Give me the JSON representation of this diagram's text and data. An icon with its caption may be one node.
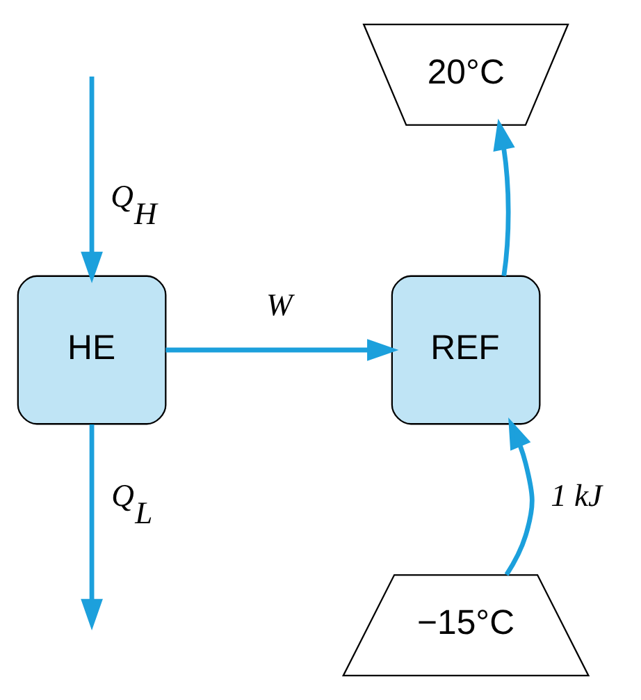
{
  "diagram": {
    "nodes": [
      {
        "text": [
          "HE"
        ]
      },
      {
        "text": [
          "REF"
        ]
      },
      {
        "text": [
          "20°C"
        ]
      },
      {
        "text": [
          "−15°C"
        ]
      }
    ],
    "edges": [
      {
        "from": null,
        "to": 0,
        "arrow": "to",
        "label": "Q$_{H}$"
      },
      {
        "from": 0,
        "to": null,
        "arrow": "to",
        "label": "Q$_{L}$"
      },
      {
        "from": 0,
        "to": 1,
        "arrow": "to",
        "label": "W"
      },
      {
        "from": 3,
        "to": 1,
        "arrow": "to",
        "label": "1 kJ"
      },
      {
        "from": 1,
        "to": 2,
        "arrow": "to"
      }
    ]
  }
}
